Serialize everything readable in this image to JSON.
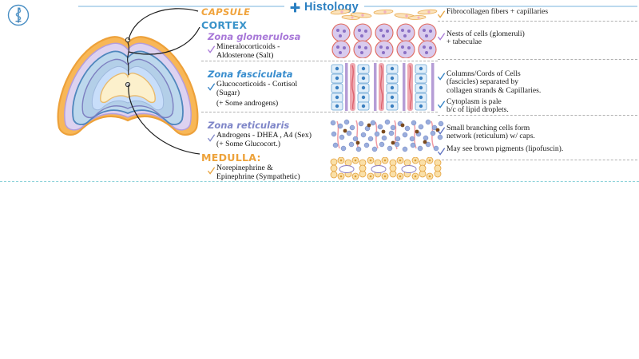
{
  "header": {
    "title": "Histology",
    "cross_icon": "medical-cross-icon",
    "logo_icon": "asclepius-rod-logo",
    "accent_color": "#2a7fc1"
  },
  "diagram": {
    "name": "adrenal-gland-cross-section",
    "layers": [
      {
        "name": "capsule",
        "color": "#f5ab42"
      },
      {
        "name": "zona-glomerulosa",
        "color": "#dcd0f0"
      },
      {
        "name": "zona-fasciculata",
        "color": "#bcd7ea"
      },
      {
        "name": "zona-reticularis",
        "color": "#9fc4e0"
      },
      {
        "name": "medulla",
        "color": "#fdf0cd"
      }
    ],
    "leader_lines": [
      "capsule-leader",
      "cortex-leader",
      "medulla-leader"
    ]
  },
  "sections": [
    {
      "id": "capsule",
      "heading": "CAPSULE",
      "heading_color": "#f0a33c",
      "heading_style": "italic",
      "bullets": [],
      "histology": "capsule-fibroblast-strip",
      "right_notes": [
        {
          "check_color": "#e8a33d",
          "text": "Fibrocollagen fibers + capillaries"
        }
      ]
    },
    {
      "id": "cortex",
      "heading": "CORTEX",
      "heading_color": "#3a93c9"
    },
    {
      "id": "zona-glomerulosa",
      "heading": "Zona glomerulosa",
      "heading_color": "#a878d8",
      "check_color": "#a878d8",
      "bullets": [
        "Mineralocorticoids -\nAldosterone (Salt)"
      ],
      "histology": "zona-glomerulosa-nests-strip",
      "right_notes": [
        {
          "check_color": "#a878d8",
          "text": "Nests of cells (glomeruli)\n   + tabeculae"
        }
      ]
    },
    {
      "id": "zona-fasciculata",
      "heading": "Zona fasciculata",
      "heading_color": "#3a8ece",
      "check_color": "#3a8ece",
      "bullets": [
        "Glucocorticoids - Cortisol\n(Sugar)"
      ],
      "sub_note": "(+ Some androgens)",
      "histology": "zona-fasciculata-columns-strip",
      "right_notes": [
        {
          "check_color": "#2f7fc4",
          "text": "Columns/Cords of Cells\n(fascicles) separated by\ncollagen strands & Capillaries."
        },
        {
          "check_color": "#2f7fc4",
          "text": "Cytoplasm is pale\nb/c of lipid droplets."
        }
      ]
    },
    {
      "id": "zona-reticularis",
      "heading": "Zona reticularis",
      "heading_color": "#7f86c8",
      "check_color": "#7f86c8",
      "bullets": [
        "Androgens - DHEA , A4 (Sex)\n(+ Some Glucocort.)"
      ],
      "histology": "zona-reticularis-network-strip",
      "right_notes": [
        {
          "check_color": "#5c6fbf",
          "text": "Small branching cells form\nnetwork (reticulum) w/ caps."
        },
        {
          "check_color": "#5c6fbf",
          "text": "May see brown pigments (lipofuscin)."
        }
      ]
    },
    {
      "id": "medulla",
      "heading": "MEDULLA:",
      "heading_color": "#eda23a",
      "check_color": "#e8a33d",
      "bullets": [
        "Norepinephrine &\nEpinephrine (Sympathetic)"
      ],
      "histology": "medulla-chromaffin-cells-strip",
      "right_notes": []
    }
  ]
}
